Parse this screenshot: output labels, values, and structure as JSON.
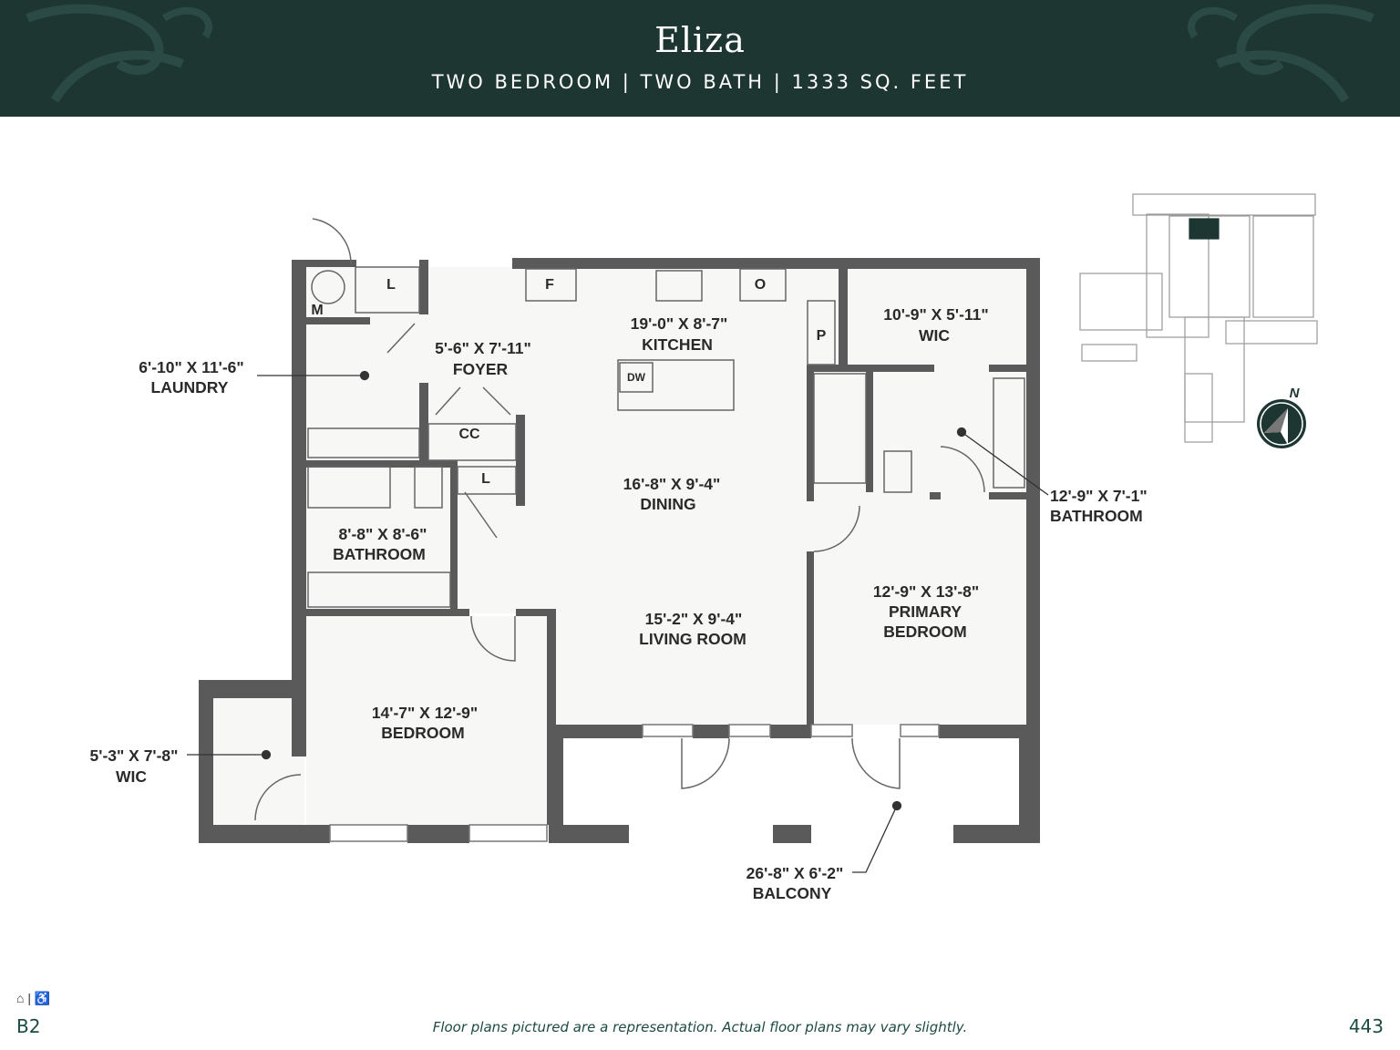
{
  "header": {
    "title": "Eliza",
    "subtitle": "TWO BEDROOM | TWO BATH | 1333 SQ. FEET"
  },
  "rooms": {
    "laundry": {
      "dims": "6'-10\" X 11'-6\"",
      "name": "LAUNDRY"
    },
    "foyer": {
      "dims": "5'-6\" X 7'-11\"",
      "name": "FOYER"
    },
    "kitchen": {
      "dims": "19'-0\" X 8'-7\"",
      "name": "KITCHEN"
    },
    "wic_primary": {
      "dims": "10'-9\" X 5'-11\"",
      "name": "WIC"
    },
    "dining": {
      "dims": "16'-8\" X 9'-4\"",
      "name": "DINING"
    },
    "bath_primary": {
      "dims": "12'-9\" X 7'-1\"",
      "name": "BATHROOM"
    },
    "bath_second": {
      "dims": "8'-8\" X 8'-6\"",
      "name": "BATHROOM"
    },
    "primary_bedroom": {
      "dims": "12'-9\" X 13'-8\"",
      "name1": "PRIMARY",
      "name2": "BEDROOM"
    },
    "living": {
      "dims": "15'-2\" X 9'-4\"",
      "name": "LIVING ROOM"
    },
    "bedroom": {
      "dims": "14'-7\" X 12'-9\"",
      "name": "BEDROOM"
    },
    "wic_second": {
      "dims": "5'-3\" X 7'-8\"",
      "name": "WIC"
    },
    "balcony": {
      "dims": "26'-8\" X 6'-2\"",
      "name": "BALCONY"
    }
  },
  "fixtures": {
    "linen1": "L",
    "linen2": "L",
    "mech": "M",
    "fridge": "F",
    "oven": "O",
    "pantry": "P",
    "dishwasher": "DW",
    "coat_closet": "CC"
  },
  "keyplan": {
    "north": "N"
  },
  "footer": {
    "plan_code": "B2",
    "note": "Floor plans pictured are a representation. Actual floor plans may vary slightly.",
    "unit_number": "443",
    "accessibility_icons": "⌂ | ♿"
  },
  "colors": {
    "brand": "#1d3632",
    "wall": "#555555",
    "text_accent": "#1d4a44"
  }
}
